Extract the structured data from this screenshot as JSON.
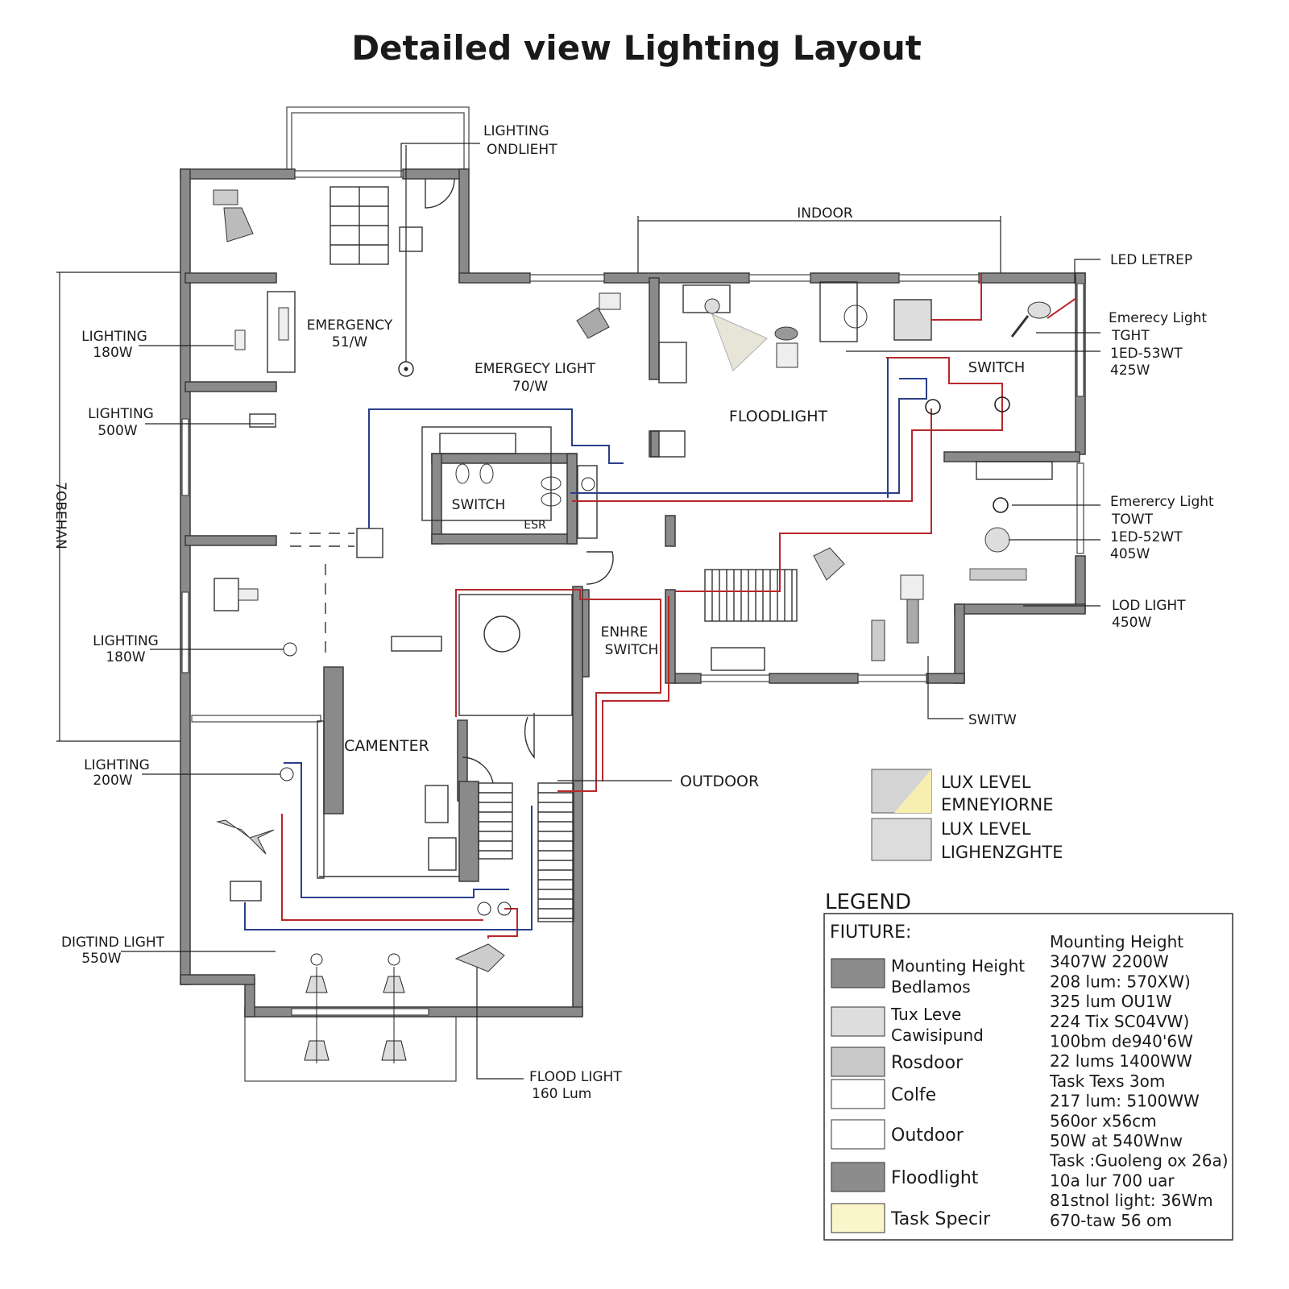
{
  "title": "Detailed view Lighting Layout",
  "dimensions": {
    "vertical": "7OBEHAN",
    "horizontal": "INDOOR"
  },
  "callouts": {
    "lighting_ondlight": [
      "LIGHTING",
      "ONDLIEHT"
    ],
    "led_letrep": [
      "LED LETREP"
    ],
    "emergency_light_1": [
      "Emerecy Light",
      "TGHT",
      "1ED-53WT",
      "425W"
    ],
    "emergency_light_2": [
      "Emerercy Light",
      "TOWT",
      "1ED-52WT",
      "405W"
    ],
    "lod_light": [
      "LOD LIGHT",
      "450W"
    ],
    "switw": [
      "SWITW"
    ],
    "outdoor": [
      "OUTDOOR"
    ],
    "flood_light": [
      "FLOOD LIGHT",
      "160 Lum"
    ],
    "digtind_light": [
      "DIGTIND LIGHT",
      "550W"
    ],
    "lighting_20": [
      "LIGHTING",
      "200W"
    ],
    "lighting_180": [
      "LIGHTING",
      "180W"
    ],
    "lighting_50": [
      "LIGHTING",
      "500W"
    ],
    "lighting_18": [
      "LIGHTING",
      "180W"
    ]
  },
  "rooms": {
    "emergency": [
      "EMERGENCY",
      "51/W"
    ],
    "emergency_light": [
      "EMERGECY LIGHT",
      "70/W"
    ],
    "floodlight": "FLOODLIGHT",
    "switch_right": "SWITCH",
    "switch_bath": "SWITCH",
    "esr": "ESR",
    "enhre_switch": [
      "ENHRE",
      "SWITCH"
    ],
    "camenter": "CAMENTER"
  },
  "lux": [
    {
      "lines": [
        "LUX LEVEL",
        "EMNEYIORNE"
      ],
      "colors": [
        "#d4d4d4",
        "#f7efb0"
      ]
    },
    {
      "lines": [
        "LUX LEVEL",
        "LIGHENZGHTE"
      ],
      "colors": [
        "#dcdcdc"
      ]
    }
  ],
  "legend": {
    "heading": "LEGEND",
    "fixture_label": "FIUTURE:",
    "items": [
      {
        "lines": [
          "Mounting Height",
          "Bedlamos"
        ],
        "color": "#8c8c8c"
      },
      {
        "lines": [
          "Tux Leve",
          "Cawisipund"
        ],
        "color": "#dddddd"
      },
      {
        "lines": [
          "Rosdoor"
        ],
        "color": "#c9c9c9"
      },
      {
        "lines": [
          "Colfe"
        ],
        "color": "#ffffff"
      },
      {
        "lines": [
          "Outdoor"
        ],
        "color": "#ffffff"
      },
      {
        "lines": [
          "Floodlight"
        ],
        "color": "#8c8c8c"
      },
      {
        "lines": [
          "Task Specir"
        ],
        "color": "#fbf5cc"
      }
    ],
    "specs": [
      "Mounting Height",
      "3407W 2200W",
      "208 lum: 570XW)",
      "325 lum OU1W",
      "224 Tix SC04VW)",
      "100bm de940'6W",
      "22 lums 1400WW",
      "Task Texs 3om",
      "217 lum: 5100WW",
      "560or x56cm",
      "50W at 540Wnw",
      "Task :Guoleng ox 26a)",
      "10a lur 700 uar",
      "81stnol light: 36Wm",
      "670-taw 56 om"
    ]
  },
  "wiring_colors": {
    "live": "#b8282c",
    "switch": "#2a3f8a",
    "wall": "#8a8a8a"
  }
}
